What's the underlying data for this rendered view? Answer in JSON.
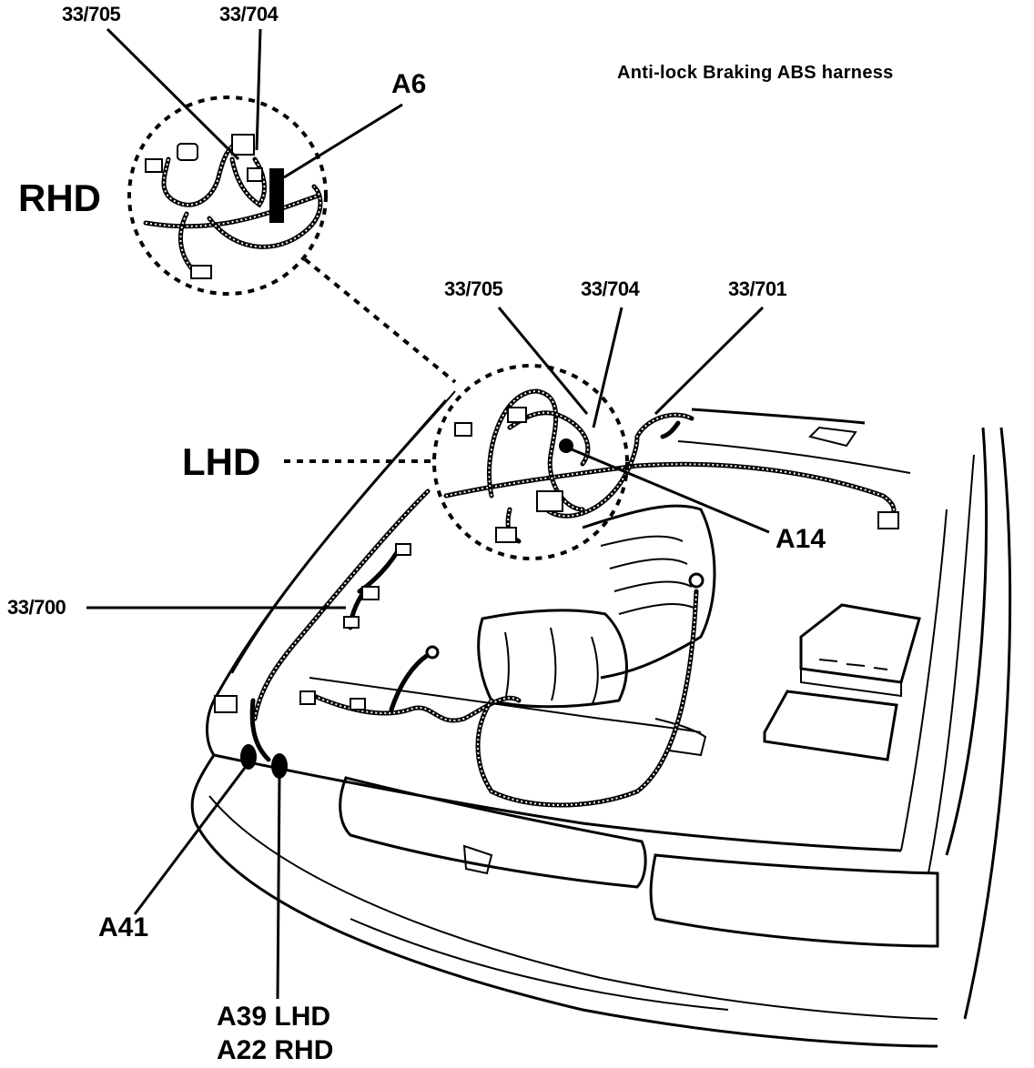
{
  "title": "Anti-lock Braking ABS harness",
  "region_labels": {
    "rhd": "RHD",
    "lhd": "LHD"
  },
  "callouts": {
    "rhd_33_705": "33/705",
    "rhd_33_704": "33/704",
    "a6": "A6",
    "lhd_33_705": "33/705",
    "lhd_33_704": "33/704",
    "lhd_33_701": "33/701",
    "a14": "A14",
    "c_33_700": "33/700",
    "a41": "A41",
    "a39_lhd": "A39 LHD",
    "a22_rhd": "A22 RHD"
  }
}
